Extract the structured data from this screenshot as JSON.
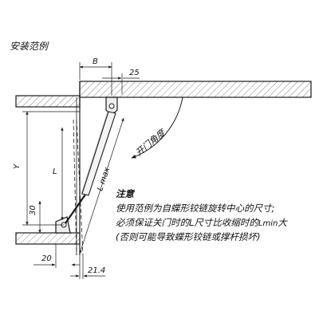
{
  "title": "安装范例",
  "dimensions": {
    "b": "B",
    "d25": "25",
    "y": "Y",
    "l": "L",
    "d30": "30",
    "lmax": "L max",
    "d20": "20",
    "d21_4": "21.4"
  },
  "door_angle_label": "开门角度",
  "note": {
    "heading": "注意",
    "line1": "使用范例为自蝶形铰链旋转中心的尺寸;",
    "line2_a": "必须保证关门时的",
    "line2_l": "L",
    "line2_b": "尺寸比收缩时的",
    "line2_lmin": "Lmin",
    "line2_c": "大",
    "line3": "(否则可能导致蝶形铰链或撑杆损坏)"
  },
  "colors": {
    "line": "#1a1a1a",
    "hatch": "#555555",
    "strut_fill": "#f4f4f4"
  }
}
